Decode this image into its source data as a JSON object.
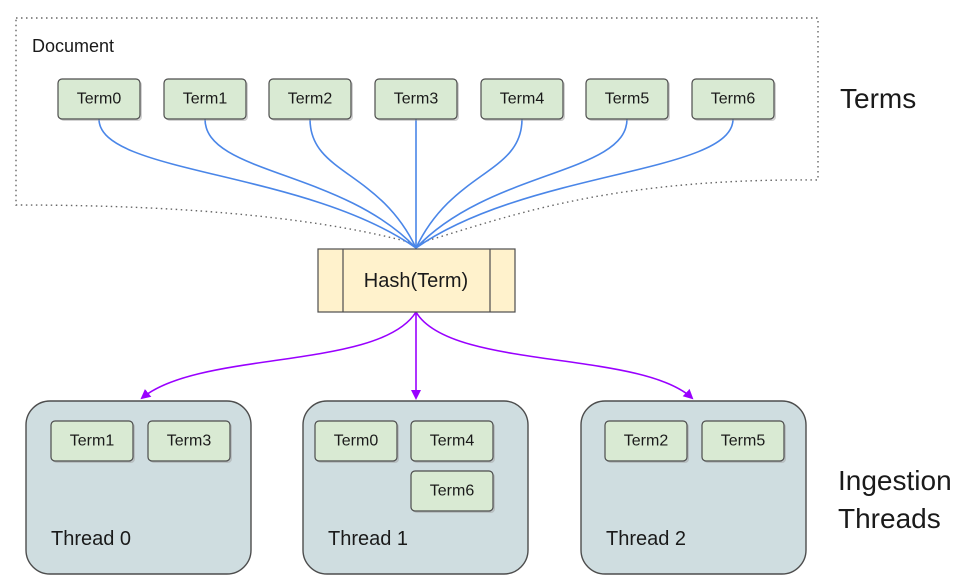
{
  "document": {
    "label": "Document"
  },
  "terms": {
    "label": "Terms",
    "items": [
      "Term0",
      "Term1",
      "Term2",
      "Term3",
      "Term4",
      "Term5",
      "Term6"
    ]
  },
  "hash": {
    "label": "Hash(Term)"
  },
  "ingestion": {
    "label_line1": "Ingestion",
    "label_line2": "Threads"
  },
  "threads": [
    {
      "label": "Thread 0",
      "terms": [
        "Term1",
        "Term3"
      ]
    },
    {
      "label": "Thread 1",
      "terms": [
        "Term0",
        "Term4",
        "Term6"
      ]
    },
    {
      "label": "Thread 2",
      "terms": [
        "Term2",
        "Term5"
      ]
    }
  ],
  "colors": {
    "term_fill": "#d9ead3",
    "hash_fill": "#fff2cc",
    "thread_fill": "#cfdde0",
    "term_to_hash_edge": "#4a86e8",
    "hash_to_thread_edge": "#9900ff"
  }
}
